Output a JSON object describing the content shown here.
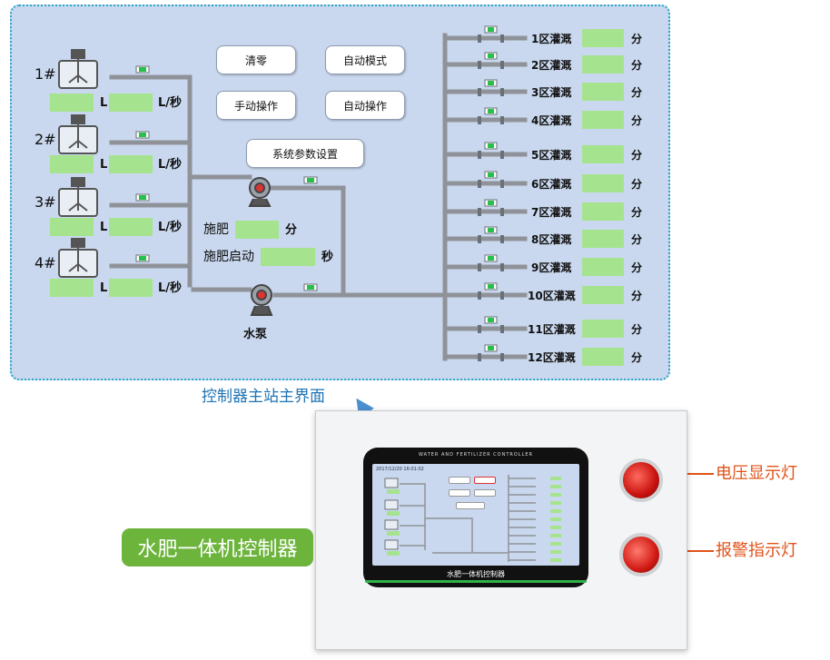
{
  "tanks": [
    {
      "label": "1#",
      "unit_total": "L",
      "unit_flow": "L/秒"
    },
    {
      "label": "2#",
      "unit_total": "L",
      "unit_flow": "L/秒"
    },
    {
      "label": "3#",
      "unit_total": "L",
      "unit_flow": "L/秒"
    },
    {
      "label": "4#",
      "unit_total": "L",
      "unit_flow": "L/秒"
    }
  ],
  "buttons": {
    "clear": "清零",
    "auto_mode": "自动模式",
    "manual": "手动操作",
    "auto_op": "自动操作",
    "settings": "系统参数设置"
  },
  "fertilize": {
    "label": "施肥",
    "unit": "分"
  },
  "fertilize_start": {
    "label": "施肥启动",
    "unit": "秒"
  },
  "pump": {
    "label": "水泵"
  },
  "zones": [
    {
      "label": "1区灌溉",
      "unit": "分"
    },
    {
      "label": "2区灌溉",
      "unit": "分"
    },
    {
      "label": "3区灌溉",
      "unit": "分"
    },
    {
      "label": "4区灌溉",
      "unit": "分"
    },
    {
      "label": "5区灌溉",
      "unit": "分"
    },
    {
      "label": "6区灌溉",
      "unit": "分"
    },
    {
      "label": "7区灌溉",
      "unit": "分"
    },
    {
      "label": "8区灌溉",
      "unit": "分"
    },
    {
      "label": "9区灌溉",
      "unit": "分"
    },
    {
      "label": "10区灌溉",
      "unit": "分"
    },
    {
      "label": "11区灌溉",
      "unit": "分"
    },
    {
      "label": "12区灌溉",
      "unit": "分"
    }
  ],
  "captions": {
    "main_screen": "控制器主站主界面",
    "product": "水肥一体机控制器",
    "voltage_lamp": "电压显示灯",
    "alarm_lamp": "报警指示灯"
  },
  "device": {
    "top_banner": "WATER AND FERTILIZER CONTROLLER",
    "brand": "水肥一体机控制器",
    "lcd_clock": "2017/12/20 16:01:02"
  },
  "colors": {
    "screen_bg": "#c9d8ee",
    "value_box": "#a6e38e",
    "pipe": "#8f9399",
    "caption_blue": "#1e73b5",
    "caption_orange": "#e0531a",
    "badge_green": "#6cb43c"
  }
}
